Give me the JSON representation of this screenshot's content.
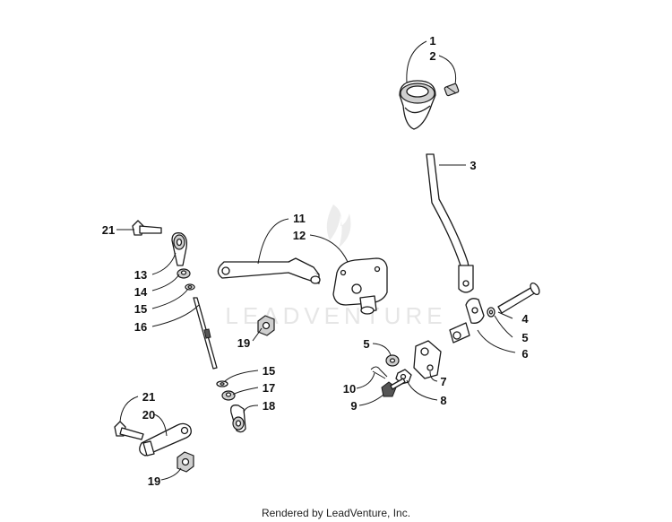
{
  "watermark": {
    "text": "LEADVENTURE"
  },
  "footer": {
    "text": "Rendered by LeadVenture, Inc."
  },
  "callouts": [
    {
      "id": "c1",
      "label": "1"
    },
    {
      "id": "c2",
      "label": "2"
    },
    {
      "id": "c3",
      "label": "3"
    },
    {
      "id": "c4",
      "label": "4"
    },
    {
      "id": "c5a",
      "label": "5"
    },
    {
      "id": "c5b",
      "label": "5"
    },
    {
      "id": "c6",
      "label": "6"
    },
    {
      "id": "c7",
      "label": "7"
    },
    {
      "id": "c8",
      "label": "8"
    },
    {
      "id": "c9",
      "label": "9"
    },
    {
      "id": "c10",
      "label": "10"
    },
    {
      "id": "c11",
      "label": "11"
    },
    {
      "id": "c12",
      "label": "12"
    },
    {
      "id": "c13",
      "label": "13"
    },
    {
      "id": "c14",
      "label": "14"
    },
    {
      "id": "c15a",
      "label": "15"
    },
    {
      "id": "c15b",
      "label": "15"
    },
    {
      "id": "c16",
      "label": "16"
    },
    {
      "id": "c17",
      "label": "17"
    },
    {
      "id": "c18",
      "label": "18"
    },
    {
      "id": "c19a",
      "label": "19"
    },
    {
      "id": "c19b",
      "label": "19"
    },
    {
      "id": "c20",
      "label": "20"
    },
    {
      "id": "c21a",
      "label": "21"
    },
    {
      "id": "c21b",
      "label": "21"
    }
  ]
}
